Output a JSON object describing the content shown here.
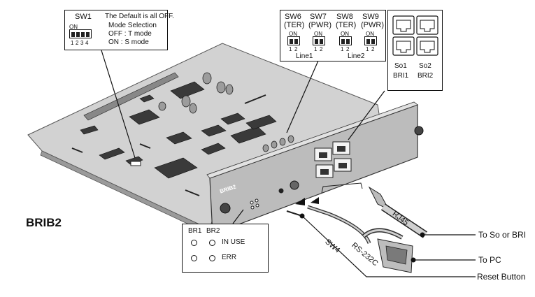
{
  "title": "BRIB2",
  "sw1": {
    "name": "SW1",
    "on_label": "ON",
    "pins": [
      "1",
      "2",
      "3",
      "4"
    ],
    "default_note": "The Default is all OFF.",
    "mode_heading": "Mode Selection",
    "off_mode": "OFF : T mode",
    "on_mode": "ON : S mode"
  },
  "switches": [
    {
      "name": "SW6",
      "type": "(TER)"
    },
    {
      "name": "SW7",
      "type": "(PWR)"
    },
    {
      "name": "SW8",
      "type": "(TER)"
    },
    {
      "name": "SW9",
      "type": "(PWR)"
    }
  ],
  "switch_on_label": "ON",
  "switch_pins": [
    "1",
    "2"
  ],
  "line_groups": [
    "Line1",
    "Line2"
  ],
  "ports": {
    "so1": "So1",
    "so2": "So2",
    "bri1": "BRI1",
    "bri2": "BRI2"
  },
  "leds": {
    "br1": "BR1",
    "br2": "BR2",
    "in_use": "IN USE",
    "err": "ERR"
  },
  "card_label": "BRIB2",
  "callouts": {
    "rj45": "RJ45",
    "rs232c": "RS-232C",
    "sw4": "SW4",
    "to_so_bri": "To So or BRI",
    "to_pc": "To PC",
    "reset": "Reset Button"
  },
  "colors": {
    "board": "#cfcfcf",
    "board_dark": "#8f8f8f",
    "panel": "#bdbdbd",
    "chip": "#3a3a3a",
    "line": "#111111"
  }
}
